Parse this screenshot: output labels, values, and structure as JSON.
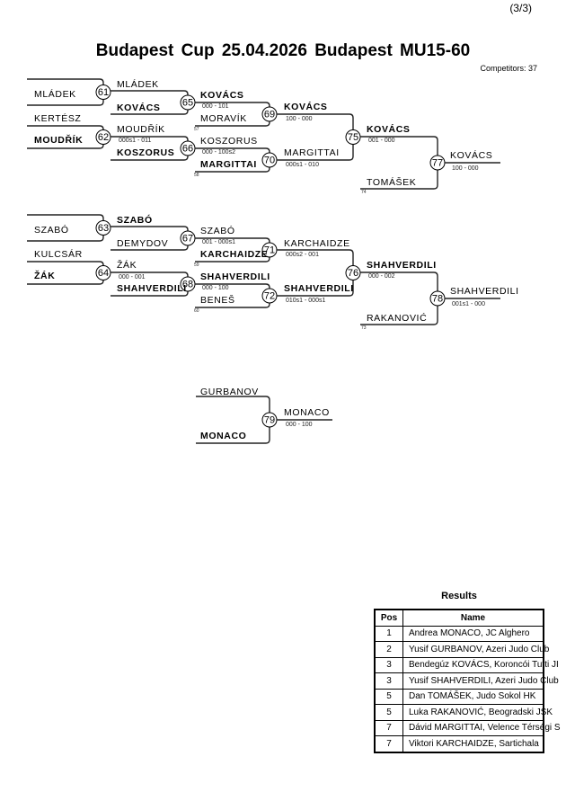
{
  "page_number": "(3/3)",
  "title": "Budapest Cup  25.04.2026  Budapest   MU15-60",
  "competitors": "Competitors: 37",
  "names": [
    {
      "text": "MLÁDEK",
      "bold": false
    },
    {
      "text": "KERTÉSZ",
      "bold": false
    },
    {
      "text": "MOUDŘÍK",
      "bold": true
    },
    {
      "text": "MLÁDEK",
      "bold": false
    },
    {
      "text": "KOVÁCS",
      "bold": true
    },
    {
      "text": "MOUDŘÍK",
      "bold": false
    },
    {
      "text": "KOSZORUS",
      "bold": true
    },
    {
      "text": "KOVÁCS",
      "bold": true
    },
    {
      "text": "MORAVÍK",
      "bold": false
    },
    {
      "text": "KOSZORUS",
      "bold": false
    },
    {
      "text": "MARGITTAI",
      "bold": true
    },
    {
      "text": "KOVÁCS",
      "bold": true
    },
    {
      "text": "MARGITTAI",
      "bold": false
    },
    {
      "text": "KOVÁCS",
      "bold": true
    },
    {
      "text": "TOMÁŠEK",
      "bold": false
    },
    {
      "text": "KOVÁCS",
      "bold": false
    },
    {
      "text": "SZABÓ",
      "bold": false
    },
    {
      "text": "KULCSÁR",
      "bold": false
    },
    {
      "text": "ŽÁK",
      "bold": true
    },
    {
      "text": "SZABÓ",
      "bold": true
    },
    {
      "text": "DEMYDOV",
      "bold": false
    },
    {
      "text": "ŽÁK",
      "bold": false
    },
    {
      "text": "SHAHVERDILI",
      "bold": true
    },
    {
      "text": "SZABÓ",
      "bold": false
    },
    {
      "text": "KARCHAIDZE",
      "bold": true
    },
    {
      "text": "SHAHVERDILI",
      "bold": true
    },
    {
      "text": "BENEŠ",
      "bold": false
    },
    {
      "text": "KARCHAIDZE",
      "bold": false
    },
    {
      "text": "SHAHVERDILI",
      "bold": true
    },
    {
      "text": "SHAHVERDILI",
      "bold": true
    },
    {
      "text": "RAKANOVIĆ",
      "bold": false
    },
    {
      "text": "SHAHVERDILI",
      "bold": false
    },
    {
      "text": "GURBANOV",
      "bold": false
    },
    {
      "text": "MONACO",
      "bold": true
    },
    {
      "text": "MONACO",
      "bold": false
    }
  ],
  "scores": [
    "000 - 101",
    "000s1 - 011",
    "000 - 100s2",
    "100 - 000",
    "000s1 - 010",
    "001 - 000",
    "100 - 000",
    "001 - 000s1",
    "000 - 001",
    "000 - 100",
    "000s2 - 001",
    "010s1 - 000s1",
    "000 - 002",
    "001s1 - 000",
    "000 - 100"
  ],
  "seeds": [
    "57",
    "58",
    "74",
    "59",
    "60",
    "73"
  ],
  "match_numbers": [
    "61",
    "62",
    "65",
    "66",
    "69",
    "70",
    "75",
    "77",
    "63",
    "64",
    "67",
    "68",
    "71",
    "72",
    "76",
    "78",
    "79"
  ],
  "results": {
    "title": "Results",
    "headers": {
      "pos": "Pos",
      "name": "Name"
    },
    "rows": [
      {
        "pos": "1",
        "name": "Andrea MONACO, JC Alghero"
      },
      {
        "pos": "2",
        "name": "Yusif GURBANOV, Azeri Judo Club"
      },
      {
        "pos": "3",
        "name": "Bendegúz KOVÁCS, Koroncói Tutti JI"
      },
      {
        "pos": "3",
        "name": "Yusif SHAHVERDILI, Azeri Judo Club"
      },
      {
        "pos": "5",
        "name": "Dan TOMÁŠEK, Judo Sokol HK"
      },
      {
        "pos": "5",
        "name": "Luka RAKANOVIĆ, Beogradski JSK"
      },
      {
        "pos": "7",
        "name": "Dávid MARGITTAI, Velence Térségi S"
      },
      {
        "pos": "7",
        "name": "Viktori KARCHAIDZE, Sartichala"
      }
    ]
  }
}
